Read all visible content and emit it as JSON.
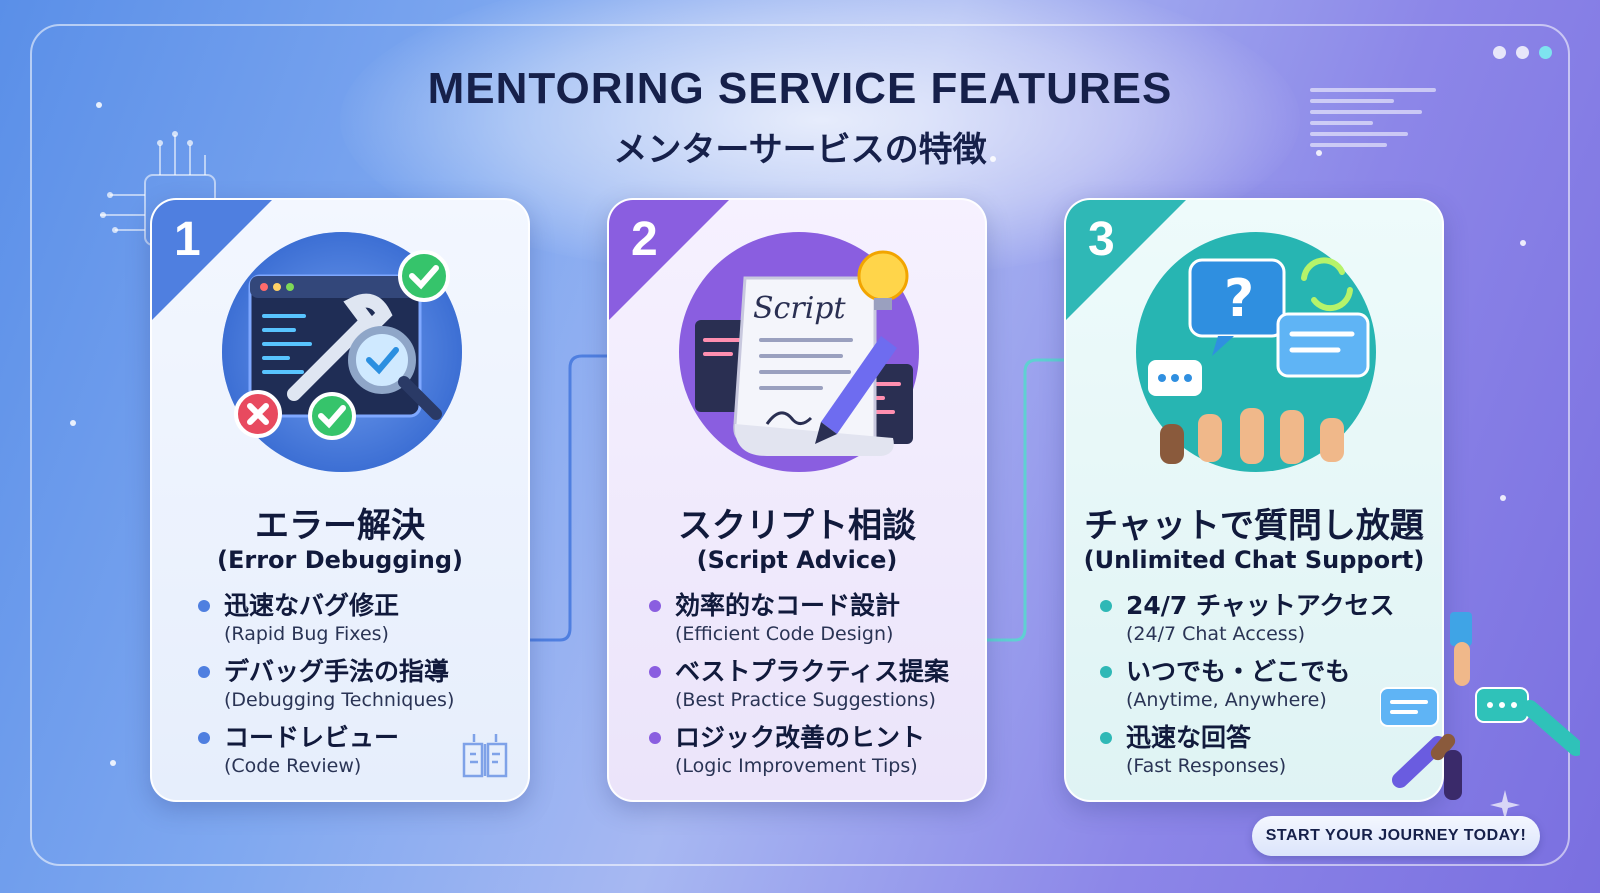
{
  "header": {
    "title": "MENTORING SERVICE FEATURES",
    "subtitle": "メンターサービスの特徴"
  },
  "cards": [
    {
      "number": "1",
      "title": "エラー解決",
      "subtitle": "(Error Debugging)",
      "accent": "#4f7fe0",
      "icon": "debugging-icon",
      "items": [
        {
          "jp": "迅速なバグ修正",
          "en": "(Rapid Bug Fixes)"
        },
        {
          "jp": "デバッグ手法の指導",
          "en": "(Debugging Techniques)"
        },
        {
          "jp": "コードレビュー",
          "en": "(Code Review)"
        }
      ]
    },
    {
      "number": "2",
      "title": "スクリプト相談",
      "subtitle": "(Script Advice)",
      "accent": "#8a5ee0",
      "icon": "script-icon",
      "illustration_text": "Script",
      "items": [
        {
          "jp": "効率的なコード設計",
          "en": "(Efficient Code Design)"
        },
        {
          "jp": "ベストプラクティス提案",
          "en": "(Best Practice Suggestions)"
        },
        {
          "jp": "ロジック改善のヒント",
          "en": "(Logic Improvement Tips)"
        }
      ]
    },
    {
      "number": "3",
      "title": "チャットで質問し放題",
      "subtitle": "(Unlimited Chat Support)",
      "accent": "#2fb8b6",
      "icon": "chat-support-icon",
      "items": [
        {
          "jp": "24/7 チャットアクセス",
          "en": "(24/7 Chat Access)"
        },
        {
          "jp": "いつでも・どこでも",
          "en": "(Anytime, Anywhere)"
        },
        {
          "jp": "迅速な回答",
          "en": "(Fast Responses)"
        }
      ]
    }
  ],
  "cta": {
    "label": "START YOUR JOURNEY TODAY!"
  }
}
